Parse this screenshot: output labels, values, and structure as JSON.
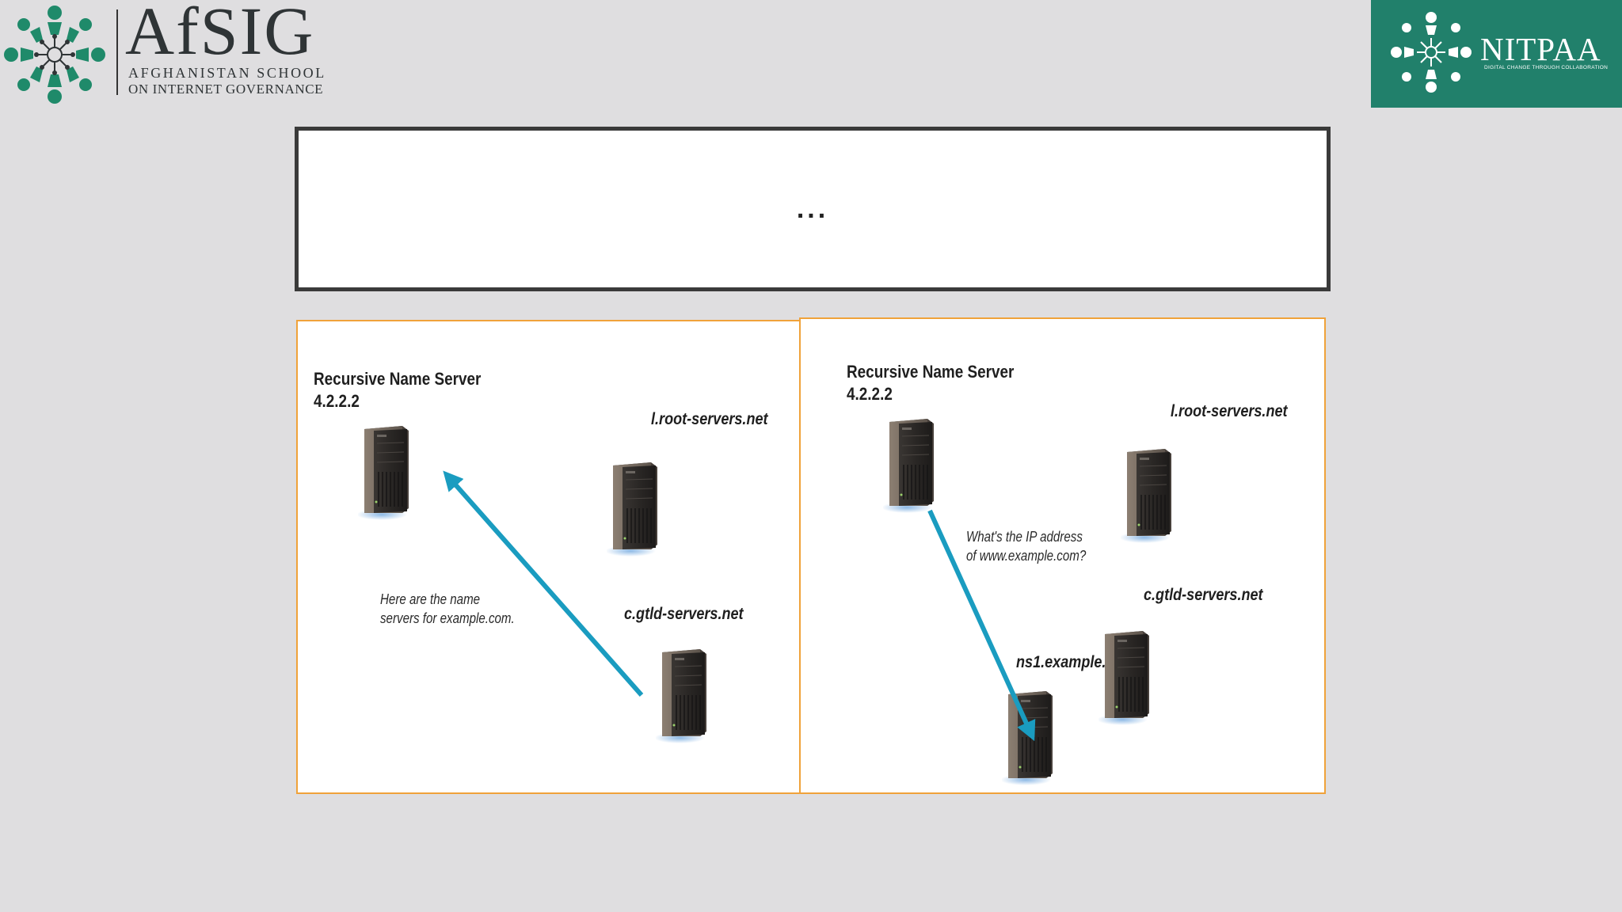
{
  "logos": {
    "afsig": {
      "name": "AfSIG",
      "line1": "AFGHANISTAN SCHOOL",
      "line2": "ON INTERNET GOVERNANCE",
      "color": "#1f8a6a"
    },
    "nitpaa": {
      "name": "NITPAA",
      "tagline": "DIGITAL CHANGE THROUGH COLLABORATION",
      "color": "#21806b"
    }
  },
  "slide": {
    "title": "..."
  },
  "diagram_left": {
    "recursive_label": "Recursive Name Server",
    "recursive_ip": "4.2.2.2",
    "root_label": "l.root-servers.net",
    "tld_label": "c.gtld-servers.net",
    "note_line1": "Here are the name",
    "note_line2": "servers for example.com.",
    "arrow_color": "#1a9cc0"
  },
  "diagram_right": {
    "recursive_label": "Recursive Name Server",
    "recursive_ip": "4.2.2.2",
    "root_label": "l.root-servers.net",
    "tld_label": "c.gtld-servers.net",
    "ns_label": "ns1.example.com",
    "note_line1": "What's the IP address",
    "note_line2": "of www.example.com?",
    "arrow_color": "#1a9cc0"
  },
  "panel_border_color": "#f0a23a"
}
